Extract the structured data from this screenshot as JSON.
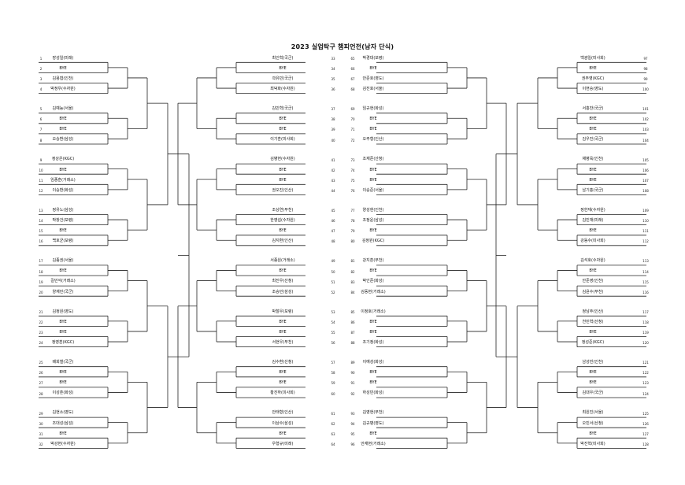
{
  "title": "2023 실업탁구 챔피언전(남자 단식)",
  "columns": [
    {
      "side": "left-outer",
      "players": [
        {
          "num": "1",
          "name": "장성일(미래)"
        },
        {
          "num": "2",
          "name": "BYE"
        },
        {
          "num": "3",
          "name": "김용협(인천)"
        },
        {
          "num": "4",
          "name": "박정우(수자원)"
        },
        {
          "num": "5",
          "name": "김예능(서울)"
        },
        {
          "num": "6",
          "name": "BYE"
        },
        {
          "num": "7",
          "name": "BYE"
        },
        {
          "num": "8",
          "name": "오승환(삼성)"
        },
        {
          "num": "9",
          "name": "정상은(KGC)"
        },
        {
          "num": "10",
          "name": "BYE"
        },
        {
          "num": "11",
          "name": "임종훈(거래소)"
        },
        {
          "num": "12",
          "name": "이승환(화성)"
        },
        {
          "num": "13",
          "name": "정유노(삼성)"
        },
        {
          "num": "14",
          "name": "박창건(보령)"
        },
        {
          "num": "15",
          "name": "BYE"
        },
        {
          "num": "16",
          "name": "백호균(보령)"
        },
        {
          "num": "17",
          "name": "김종권(서울)"
        },
        {
          "num": "18",
          "name": "BYE"
        },
        {
          "num": "19",
          "name": "길민석(거래소)"
        },
        {
          "num": "20",
          "name": "양재민(국군)"
        },
        {
          "num": "21",
          "name": "김정원(영도)"
        },
        {
          "num": "22",
          "name": "BYE"
        },
        {
          "num": "23",
          "name": "BYE"
        },
        {
          "num": "24",
          "name": "정영훈(KGC)"
        },
        {
          "num": "25",
          "name": "배희철(국군)"
        },
        {
          "num": "26",
          "name": "BYE"
        },
        {
          "num": "27",
          "name": "BYE"
        },
        {
          "num": "28",
          "name": "이성훈(화성)"
        },
        {
          "num": "29",
          "name": "김현소(영도)"
        },
        {
          "num": "30",
          "name": "조대성(삼성)"
        },
        {
          "num": "31",
          "name": "BYE"
        },
        {
          "num": "32",
          "name": "박강현(수자원)"
        }
      ]
    },
    {
      "side": "left-inner",
      "players": [
        {
          "num": "33",
          "name": "최인혁(국군)"
        },
        {
          "num": "34",
          "name": "BYE"
        },
        {
          "num": "35",
          "name": "곽유빈(국군)"
        },
        {
          "num": "36",
          "name": "최덕화(수자원)"
        },
        {
          "num": "37",
          "name": "김민혁(국군)"
        },
        {
          "num": "38",
          "name": "BYE"
        },
        {
          "num": "39",
          "name": "BYE"
        },
        {
          "num": "40",
          "name": "이기훈(미사회)"
        },
        {
          "num": "41",
          "name": "김병현(수자원)"
        },
        {
          "num": "42",
          "name": "BYE"
        },
        {
          "num": "43",
          "name": "BYE"
        },
        {
          "num": "44",
          "name": "권오진(인산)"
        },
        {
          "num": "45",
          "name": "조상연(부천)"
        },
        {
          "num": "46",
          "name": "한영섭(수자원)"
        },
        {
          "num": "47",
          "name": "BYE"
        },
        {
          "num": "48",
          "name": "김지환(인산)"
        },
        {
          "num": "49",
          "name": "서종원(거래소)"
        },
        {
          "num": "50",
          "name": "BYE"
        },
        {
          "num": "51",
          "name": "최진우(산청)"
        },
        {
          "num": "52",
          "name": "조승민(삼성)"
        },
        {
          "num": "53",
          "name": "박철우(보령)"
        },
        {
          "num": "54",
          "name": "BYE"
        },
        {
          "num": "55",
          "name": "BYE"
        },
        {
          "num": "56",
          "name": "서현우(부천)"
        },
        {
          "num": "57",
          "name": "김수환(산청)"
        },
        {
          "num": "58",
          "name": "BYE"
        },
        {
          "num": "59",
          "name": "BYE"
        },
        {
          "num": "60",
          "name": "황진하(미사회)"
        },
        {
          "num": "61",
          "name": "안태형(인산)"
        },
        {
          "num": "62",
          "name": "이상수(삼성)"
        },
        {
          "num": "63",
          "name": "BYE"
        },
        {
          "num": "64",
          "name": "우형규(미래)"
        }
      ]
    },
    {
      "side": "right-inner",
      "players": [
        {
          "num": "65",
          "name": "박경대(보령)"
        },
        {
          "num": "66",
          "name": "BYE"
        },
        {
          "num": "67",
          "name": "안준호(영도)"
        },
        {
          "num": "68",
          "name": "김진호(서울)"
        },
        {
          "num": "69",
          "name": "임규현(화성)"
        },
        {
          "num": "70",
          "name": "BYE"
        },
        {
          "num": "71",
          "name": "BYE"
        },
        {
          "num": "72",
          "name": "오주형(인산)"
        },
        {
          "num": "73",
          "name": "조재준(산청)"
        },
        {
          "num": "74",
          "name": "BYE"
        },
        {
          "num": "75",
          "name": "BYE"
        },
        {
          "num": "76",
          "name": "이승준(서울)"
        },
        {
          "num": "77",
          "name": "양성현(인천)"
        },
        {
          "num": "78",
          "name": "조정윤(삼성)"
        },
        {
          "num": "79",
          "name": "BYE"
        },
        {
          "num": "80",
          "name": "김정원(KGC)"
        },
        {
          "num": "81",
          "name": "강지훈(부천)"
        },
        {
          "num": "82",
          "name": "BYE"
        },
        {
          "num": "83",
          "name": "박인준(화성)"
        },
        {
          "num": "84",
          "name": "김동현(거래소)"
        },
        {
          "num": "85",
          "name": "이정호(거래소)"
        },
        {
          "num": "86",
          "name": "BYE"
        },
        {
          "num": "87",
          "name": "BYE"
        },
        {
          "num": "88",
          "name": "조기정(화성)"
        },
        {
          "num": "89",
          "name": "이예성(화성)"
        },
        {
          "num": "90",
          "name": "BYE"
        },
        {
          "num": "91",
          "name": "BYE"
        },
        {
          "num": "92",
          "name": "하성빈(화성)"
        },
        {
          "num": "93",
          "name": "김영현(부천)"
        },
        {
          "num": "94",
          "name": "김규병(영도)"
        },
        {
          "num": "95",
          "name": "BYE"
        },
        {
          "num": "96",
          "name": "안재현(거래소)"
        }
      ]
    },
    {
      "side": "right-outer",
      "players": [
        {
          "num": "97",
          "name": "백광일(미사회)"
        },
        {
          "num": "98",
          "name": "BYE"
        },
        {
          "num": "99",
          "name": "권주영(KGC)"
        },
        {
          "num": "100",
          "name": "이현승(영도)"
        },
        {
          "num": "101",
          "name": "서홍찬(국군)"
        },
        {
          "num": "102",
          "name": "BYE"
        },
        {
          "num": "103",
          "name": "BYE"
        },
        {
          "num": "104",
          "name": "김우진(국군)"
        },
        {
          "num": "105",
          "name": "채병욱(인천)"
        },
        {
          "num": "106",
          "name": "BYE"
        },
        {
          "num": "107",
          "name": "BYE"
        },
        {
          "num": "108",
          "name": "남기홍(국군)"
        },
        {
          "num": "109",
          "name": "정한재(수자원)"
        },
        {
          "num": "110",
          "name": "김민재(미래)"
        },
        {
          "num": "111",
          "name": "BYE"
        },
        {
          "num": "112",
          "name": "강동수(미사회)"
        },
        {
          "num": "113",
          "name": "김석호(수자원)"
        },
        {
          "num": "114",
          "name": "BYE"
        },
        {
          "num": "115",
          "name": "안준영(인천)"
        },
        {
          "num": "116",
          "name": "김윤수(부천)"
        },
        {
          "num": "117",
          "name": "정남주(인산)"
        },
        {
          "num": "118",
          "name": "천민혁(산청)"
        },
        {
          "num": "119",
          "name": "BYE"
        },
        {
          "num": "120",
          "name": "정성준(KGC)"
        },
        {
          "num": "121",
          "name": "남성빈(인천)"
        },
        {
          "num": "122",
          "name": "BYE"
        },
        {
          "num": "123",
          "name": "BYE"
        },
        {
          "num": "124",
          "name": "김대우(국군)"
        },
        {
          "num": "125",
          "name": "최원진(서울)"
        },
        {
          "num": "126",
          "name": "오민서(산청)"
        },
        {
          "num": "127",
          "name": "BYE"
        },
        {
          "num": "128",
          "name": "박진혁(미사회)"
        }
      ]
    }
  ]
}
